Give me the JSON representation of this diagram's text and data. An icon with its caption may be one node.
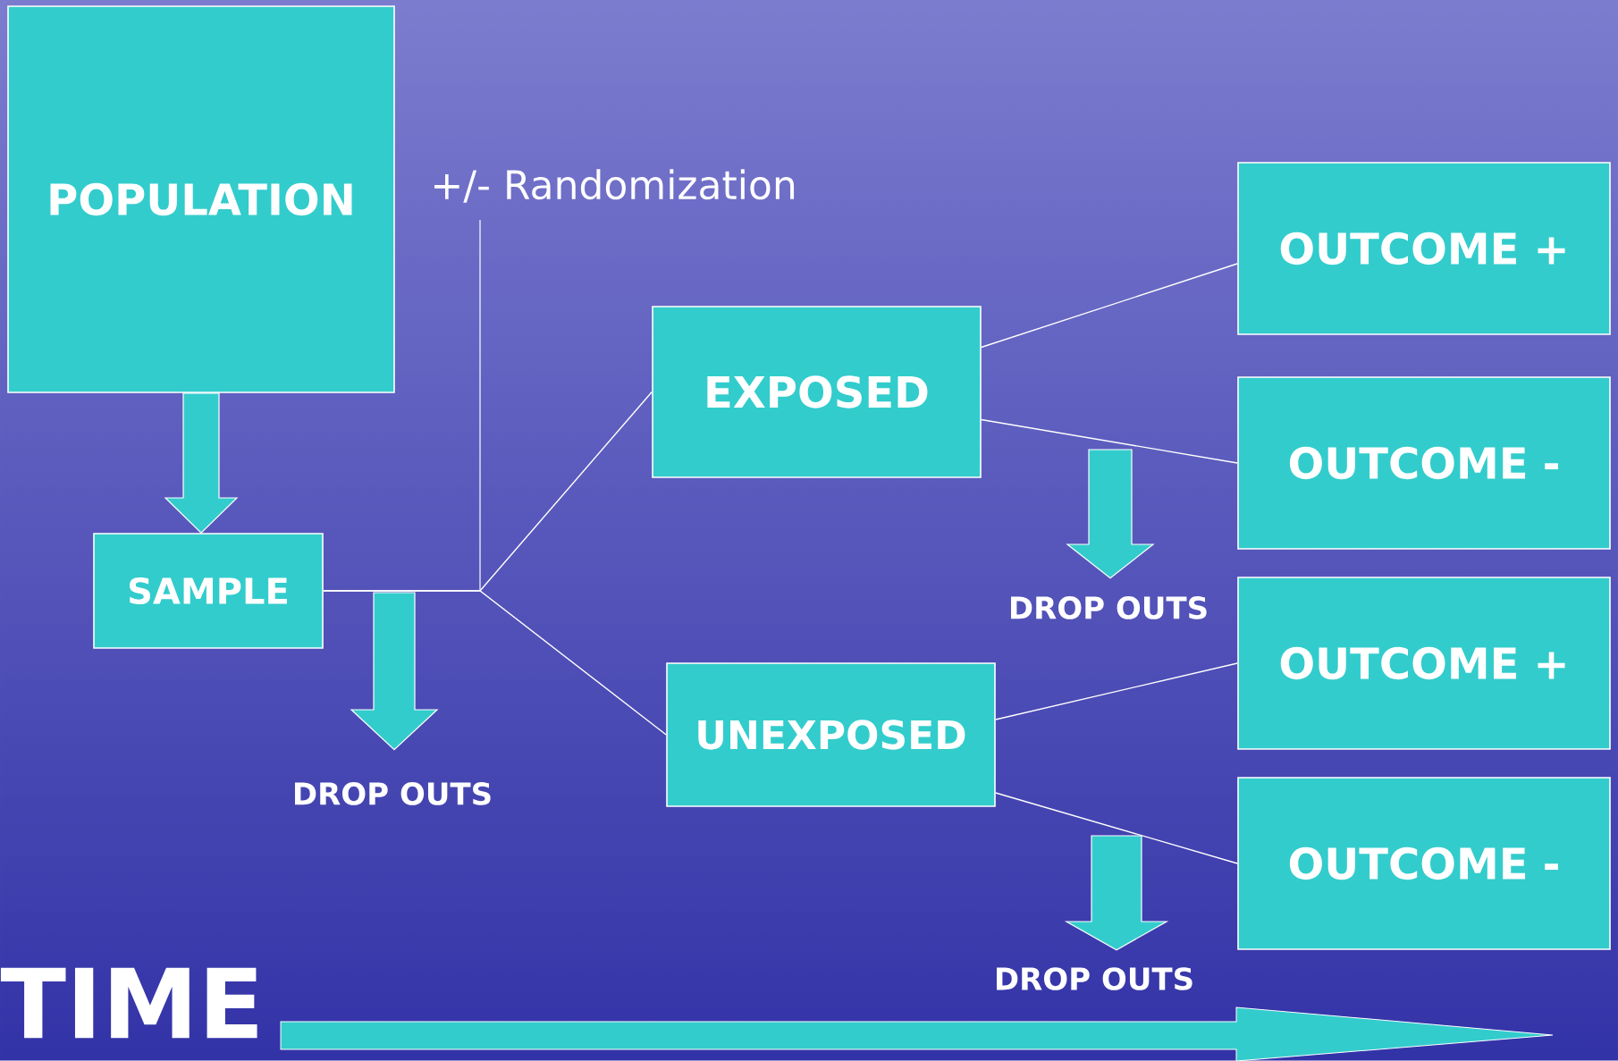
{
  "diagram": {
    "nodes": [
      {
        "text": [
          "POPULATION"
        ]
      },
      {
        "text": [
          "SAMPLE"
        ]
      },
      {
        "text": [
          "EXPOSED"
        ]
      },
      {
        "text": [
          "UNEXPOSED"
        ]
      },
      {
        "text": [
          "OUTCOME +"
        ]
      },
      {
        "text": [
          "OUTCOME -"
        ]
      },
      {
        "text": [
          "OUTCOME +"
        ]
      },
      {
        "text": [
          "OUTCOME -"
        ]
      },
      {
        "text": [
          "DROP OUTS"
        ]
      },
      {
        "text": [
          "DROP OUTS"
        ]
      },
      {
        "text": [
          "DROP OUTS"
        ]
      }
    ],
    "edges": [
      {
        "from": 0,
        "to": 1,
        "arrow": "to",
        "style": "thick",
        "color": "#33cccc"
      },
      {
        "from": 1,
        "to": 2,
        "arrow": "none"
      },
      {
        "from": 1,
        "to": 3,
        "arrow": "none"
      },
      {
        "from": 2,
        "to": 4,
        "arrow": "none"
      },
      {
        "from": 2,
        "to": 5,
        "arrow": "none"
      },
      {
        "from": 3,
        "to": 6,
        "arrow": "none"
      },
      {
        "from": 3,
        "to": 7,
        "arrow": "none"
      },
      {
        "from": null,
        "to": 8,
        "arrow": "to",
        "style": "thick",
        "color": "#33cccc"
      },
      {
        "from": null,
        "to": 9,
        "arrow": "to",
        "style": "thick",
        "color": "#33cccc"
      },
      {
        "from": null,
        "to": 10,
        "arrow": "to",
        "style": "thick",
        "color": "#33cccc"
      }
    ],
    "labels": [
      "+/- Randomization",
      "TIME"
    ]
  }
}
